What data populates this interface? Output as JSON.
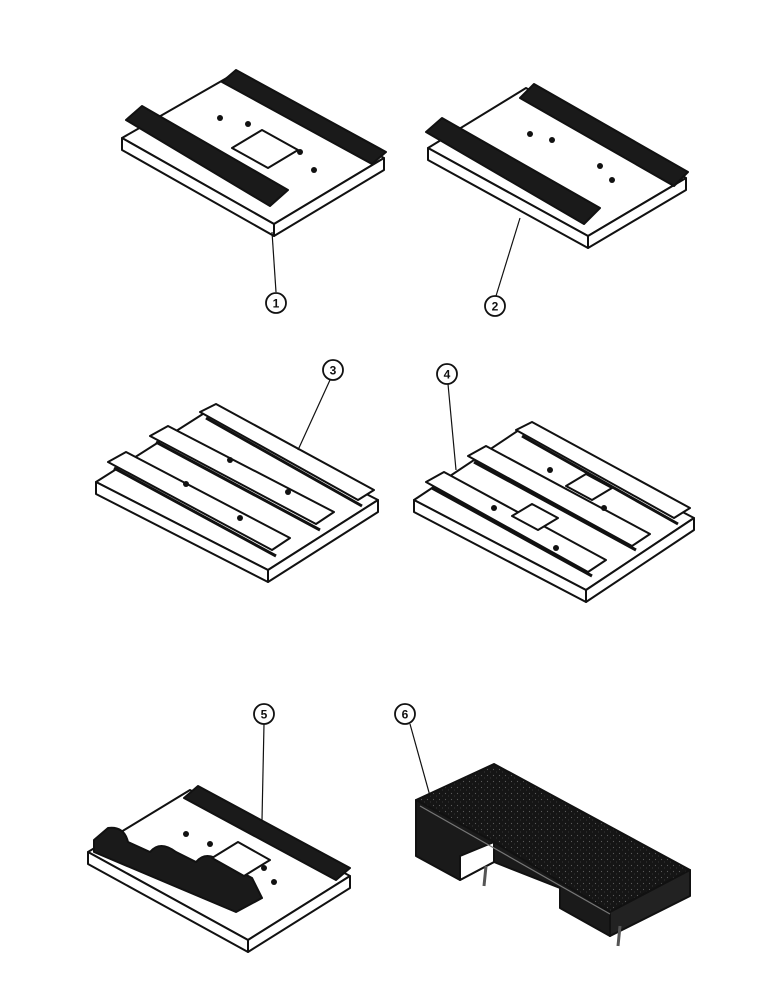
{
  "figure": {
    "callouts": [
      {
        "number": "1",
        "part": "track-shoe-single-grouser-raised-edge"
      },
      {
        "number": "2",
        "part": "track-shoe-single-grouser"
      },
      {
        "number": "3",
        "part": "track-shoe-triple-grouser"
      },
      {
        "number": "4",
        "part": "track-shoe-triple-grouser-center-hole"
      },
      {
        "number": "5",
        "part": "track-shoe-scalloped-grouser"
      },
      {
        "number": "6",
        "part": "rubber-street-pad"
      }
    ],
    "colors": {
      "ink": "#111111",
      "paper": "#ffffff",
      "pad": "#1a1a1a"
    }
  }
}
